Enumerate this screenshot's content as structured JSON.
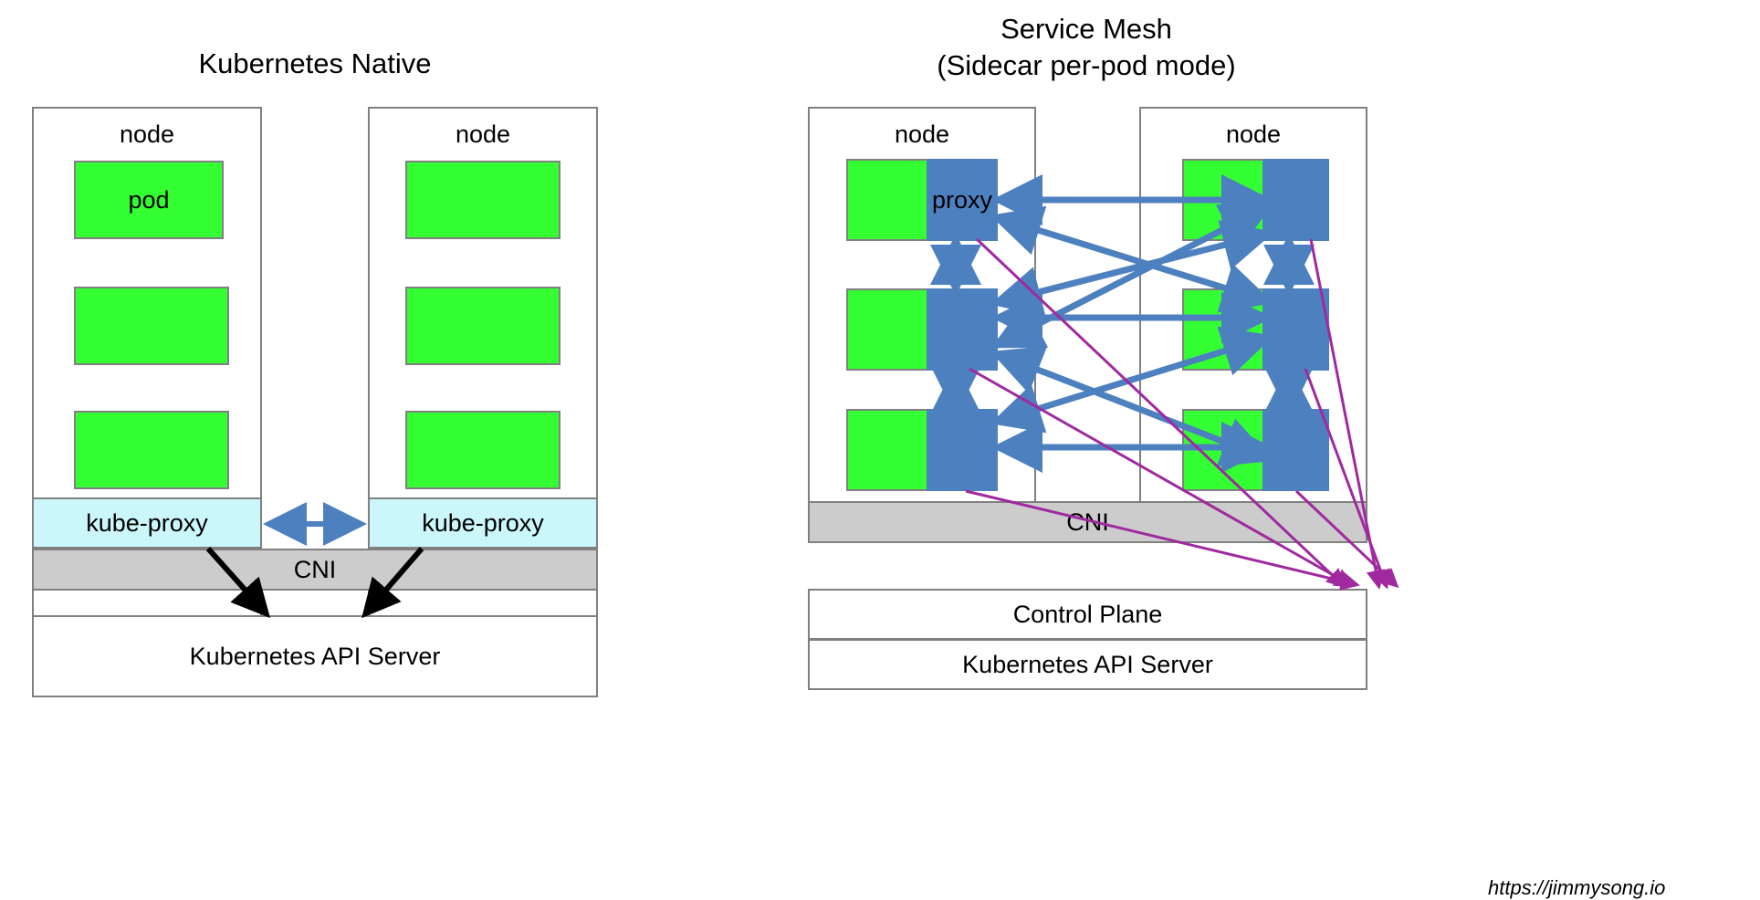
{
  "left_panel": {
    "title": "Kubernetes Native",
    "node_label": "node",
    "nodes": [
      {
        "label": "node",
        "pods": [
          "pod",
          "",
          ""
        ],
        "kube_proxy": "kube-proxy"
      },
      {
        "label": "node",
        "pods": [
          "",
          "",
          ""
        ],
        "kube_proxy": "kube-proxy"
      }
    ],
    "cni_label": "CNI",
    "api_server_label": "Kubernetes API Server",
    "inter_node_arrow": "bidirectional-arrow"
  },
  "right_panel": {
    "title_line1": "Service Mesh",
    "title_line2": "(Sidecar per-pod mode)",
    "node_label": "node",
    "nodes": [
      {
        "label": "node",
        "pods": [
          {
            "app": "",
            "proxy": "proxy"
          },
          {
            "app": "",
            "proxy": ""
          },
          {
            "app": "",
            "proxy": ""
          }
        ]
      },
      {
        "label": "node",
        "pods": [
          {
            "app": "",
            "proxy": ""
          },
          {
            "app": "",
            "proxy": ""
          },
          {
            "app": "",
            "proxy": ""
          }
        ]
      }
    ],
    "cni_label": "CNI",
    "control_plane_label": "Control Plane",
    "api_server_label": "Kubernetes API Server"
  },
  "watermark": "https://jimmysong.io",
  "colors": {
    "pod_green": "#33ff33",
    "proxy_blue": "#4d80bf",
    "kube_proxy_cyan": "#cbf7fb",
    "cni_gray": "#cccccc",
    "border_gray": "#808080",
    "mesh_arrow_blue": "#4d80bf",
    "control_plane_arrow_purple": "#a0299f",
    "api_arrow_black": "#000000"
  }
}
